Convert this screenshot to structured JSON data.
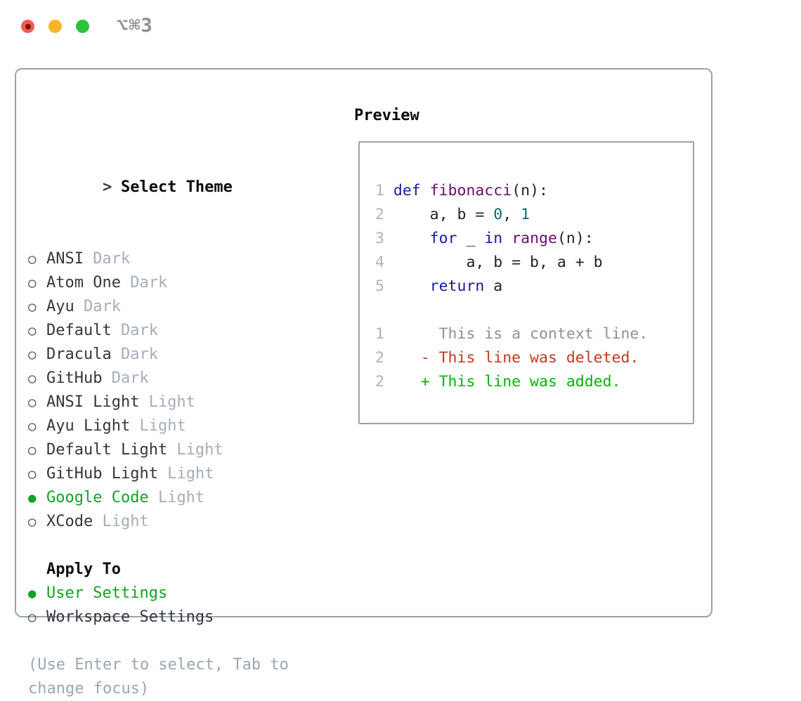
{
  "window": {
    "title": "⌥⌘3",
    "traffic_lights": [
      "close",
      "minimize",
      "zoom"
    ]
  },
  "theme_list": {
    "prompt": ">",
    "title": "Select Theme",
    "unselected_marker": "○",
    "selected_marker": "●",
    "items": [
      {
        "name": "ANSI",
        "variant": "Dark",
        "selected": false
      },
      {
        "name": "Atom One",
        "variant": "Dark",
        "selected": false
      },
      {
        "name": "Ayu",
        "variant": "Dark",
        "selected": false
      },
      {
        "name": "Default",
        "variant": "Dark",
        "selected": false
      },
      {
        "name": "Dracula",
        "variant": "Dark",
        "selected": false
      },
      {
        "name": "GitHub",
        "variant": "Dark",
        "selected": false
      },
      {
        "name": "ANSI Light",
        "variant": "Light",
        "selected": false
      },
      {
        "name": "Ayu Light",
        "variant": "Light",
        "selected": false
      },
      {
        "name": "Default Light",
        "variant": "Light",
        "selected": false
      },
      {
        "name": "GitHub Light",
        "variant": "Light",
        "selected": false
      },
      {
        "name": "Google Code",
        "variant": "Light",
        "selected": true
      },
      {
        "name": "XCode",
        "variant": "Light",
        "selected": false
      }
    ]
  },
  "apply_to": {
    "title": "Apply To",
    "options": [
      {
        "name": "User Settings",
        "selected": true
      },
      {
        "name": "Workspace Settings",
        "selected": false
      }
    ]
  },
  "help_lines": [
    "(Use Enter to select, Tab to",
    "change focus)"
  ],
  "preview": {
    "title": "Preview",
    "code_lines": [
      {
        "num": "1",
        "segments": [
          [
            "kw",
            "def"
          ],
          [
            "plain",
            " "
          ],
          [
            "fn",
            "fibonacci"
          ],
          [
            "plain",
            "(n):"
          ]
        ]
      },
      {
        "num": "2",
        "segments": [
          [
            "plain",
            "    a, b = "
          ],
          [
            "lit",
            "0"
          ],
          [
            "plain",
            ", "
          ],
          [
            "lit",
            "1"
          ]
        ]
      },
      {
        "num": "3",
        "segments": [
          [
            "plain",
            "    "
          ],
          [
            "kw",
            "for"
          ],
          [
            "plain",
            " _ "
          ],
          [
            "kw",
            "in"
          ],
          [
            "plain",
            " "
          ],
          [
            "fn",
            "range"
          ],
          [
            "plain",
            "(n):"
          ]
        ]
      },
      {
        "num": "4",
        "segments": [
          [
            "plain",
            "        a, b = b, a + b"
          ]
        ]
      },
      {
        "num": "5",
        "segments": [
          [
            "plain",
            "    "
          ],
          [
            "kw",
            "return"
          ],
          [
            "plain",
            " a"
          ]
        ]
      }
    ],
    "diff_lines": [
      {
        "num": "1",
        "segments": [
          [
            "ctx",
            "     This is a context line."
          ]
        ]
      },
      {
        "num": "2",
        "segments": [
          [
            "del",
            "   - This line was deleted."
          ]
        ]
      },
      {
        "num": "2",
        "segments": [
          [
            "add",
            "   + This line was added."
          ]
        ]
      }
    ]
  },
  "colors": {
    "selection_green": "#12a422",
    "added_green": "#00b40c",
    "deleted_red": "#c23a20",
    "keyword_blue": "#1a1aa6",
    "function_purple": "#6a0d6f",
    "literal_teal": "#0b6b6b",
    "muted_gray": "#a4aebb",
    "border_gray": "#99a3af",
    "traffic_red": "#f75b51",
    "traffic_yellow": "#fbb427",
    "traffic_green": "#2bc23c"
  }
}
